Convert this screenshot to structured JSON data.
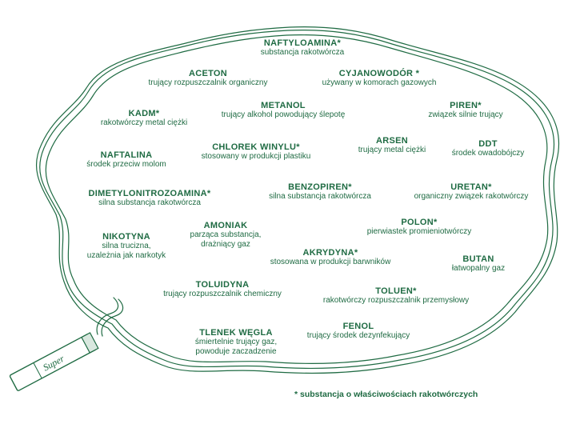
{
  "colors": {
    "ink": "#1f6b43",
    "background": "#ffffff"
  },
  "substances": [
    {
      "id": "naftyloamina",
      "name": "NAFTYLOAMINA*",
      "desc": [
        "substancja rakotwórcza"
      ]
    },
    {
      "id": "aceton",
      "name": "ACETON",
      "desc": [
        "trujący rozpuszczalnik organiczny"
      ]
    },
    {
      "id": "cyjanowodor",
      "name": "CYJANOWODÓR *",
      "desc": [
        "używany w komorach gazowych"
      ]
    },
    {
      "id": "kadm",
      "name": "KADM*",
      "desc": [
        "rakotwórczy metal ciężki"
      ]
    },
    {
      "id": "metanol",
      "name": "METANOL",
      "desc": [
        "trujący alkohol powodujący ślepotę"
      ]
    },
    {
      "id": "piren",
      "name": "PIREN*",
      "desc": [
        "związek silnie trujący"
      ]
    },
    {
      "id": "naftalina",
      "name": "NAFTALINA",
      "desc": [
        "środek przeciw molom"
      ]
    },
    {
      "id": "chlorek-winylu",
      "name": "CHLOREK WINYLU*",
      "desc": [
        "stosowany w produkcji plastiku"
      ]
    },
    {
      "id": "arsen",
      "name": "ARSEN",
      "desc": [
        "trujący metal ciężki"
      ]
    },
    {
      "id": "ddt",
      "name": "DDT",
      "desc": [
        "środek owadobójczy"
      ]
    },
    {
      "id": "dimetylonitrozoamina",
      "name": "DIMETYLONITROZOAMINA*",
      "desc": [
        "silna substancja rakotwórcza"
      ]
    },
    {
      "id": "benzopiren",
      "name": "BENZOPIREN*",
      "desc": [
        "silna substancja rakotwórcza"
      ]
    },
    {
      "id": "uretan",
      "name": "URETAN*",
      "desc": [
        "organiczny związek rakotwórczy"
      ]
    },
    {
      "id": "amoniak",
      "name": "AMONIAK",
      "desc": [
        "parząca substancja,",
        "drażniący gaz"
      ]
    },
    {
      "id": "polon",
      "name": "POLON*",
      "desc": [
        "pierwiastek promieniotwórczy"
      ]
    },
    {
      "id": "nikotyna",
      "name": "NIKOTYNA",
      "desc": [
        "silna trucizna,",
        "uzależnia jak narkotyk"
      ]
    },
    {
      "id": "akrydyna",
      "name": "AKRYDYNA*",
      "desc": [
        "stosowana w produkcji barwników"
      ]
    },
    {
      "id": "butan",
      "name": "BUTAN",
      "desc": [
        "łatwopalny gaz"
      ]
    },
    {
      "id": "toluidyna",
      "name": "TOLUIDYNA",
      "desc": [
        "trujący rozpuszczalnik chemiczny"
      ]
    },
    {
      "id": "toluen",
      "name": "TOLUEN*",
      "desc": [
        "rakotwórczy rozpuszczalnik przemysłowy"
      ]
    },
    {
      "id": "tlenek-wegla",
      "name": "TLENEK WĘGLA",
      "desc": [
        "śmiertelnie trujący gaz,",
        "powoduje zaczadzenie"
      ]
    },
    {
      "id": "fenol",
      "name": "FENOL",
      "desc": [
        "trujący środek dezynfekujący"
      ]
    }
  ],
  "footnote": "* substancja o właściwościach rakotwórczych",
  "cigarette_brand": "Super"
}
